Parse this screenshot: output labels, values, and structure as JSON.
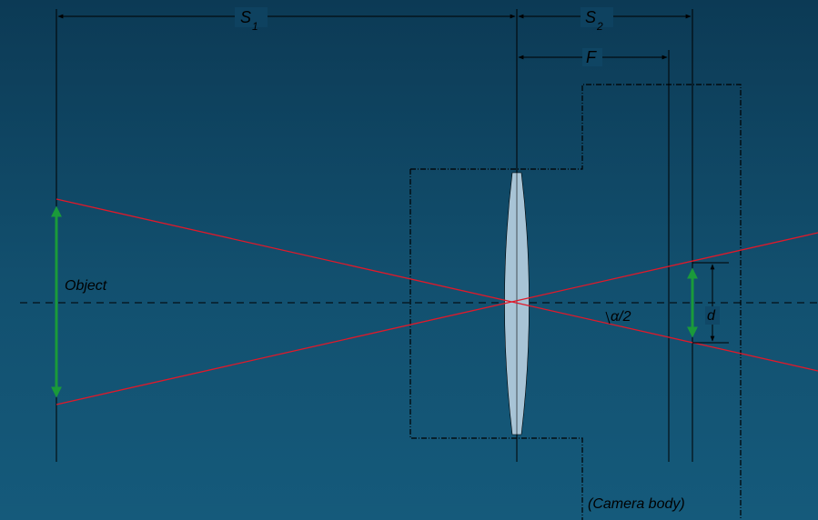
{
  "labels": {
    "s1": "S",
    "s1_sub": "1",
    "s2": "S",
    "s2_sub": "2",
    "f": "F",
    "object": "Object",
    "angle": "α/2",
    "d": "d",
    "camera_body": "(Camera body)"
  },
  "colors": {
    "ray": "#e0192a",
    "arrow": "#1a9a3a",
    "lens_fill": "#a8c4d6",
    "line": "#000000"
  }
}
